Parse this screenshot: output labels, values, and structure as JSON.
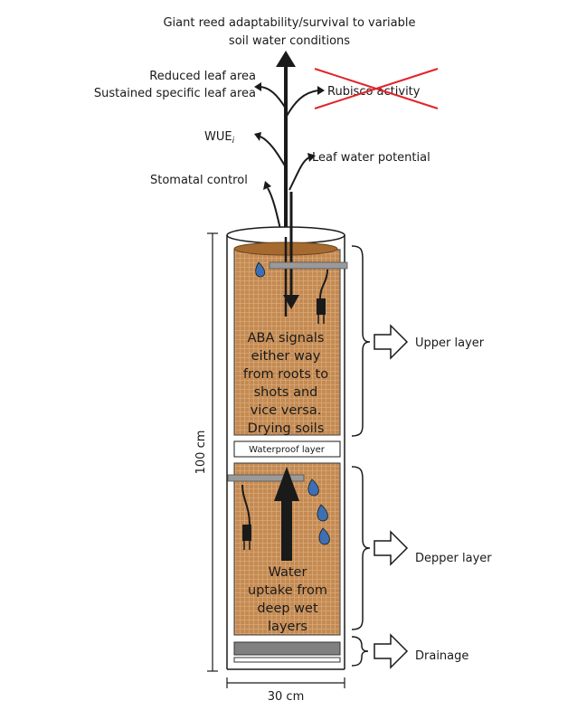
{
  "title": {
    "line1": "Giant reed adaptability/survival to variable",
    "line2": "soil water conditions"
  },
  "traits": {
    "reduced_leaf_area": "Reduced leaf area",
    "sustained_sla": "Sustained specific leaf area",
    "rubisco": "Rubisco activity",
    "wue": "WUE",
    "wue_subscript": "i",
    "leaf_water_potential": "Leaf water potential",
    "stomatal_control": "Stomatal control"
  },
  "upper_soil": {
    "lines": [
      "ABA signals",
      "either way",
      "from roots to",
      "shots and",
      "vice versa.",
      "Drying soils"
    ]
  },
  "waterproof_layer": "Waterproof layer",
  "lower_soil": {
    "lines": [
      "Water",
      "uptake from",
      "deep wet",
      "layers"
    ]
  },
  "dimensions": {
    "height": "100 cm",
    "width": "30 cm"
  },
  "layers": {
    "upper": "Upper layer",
    "deeper": "Depper layer",
    "drainage": "Drainage"
  },
  "colors": {
    "soil": "#c48a52",
    "soil_top": "#a66a30",
    "drop": "#3d6fb5",
    "cross": "#e0242a",
    "gray_bar": "#9a9a9a"
  }
}
